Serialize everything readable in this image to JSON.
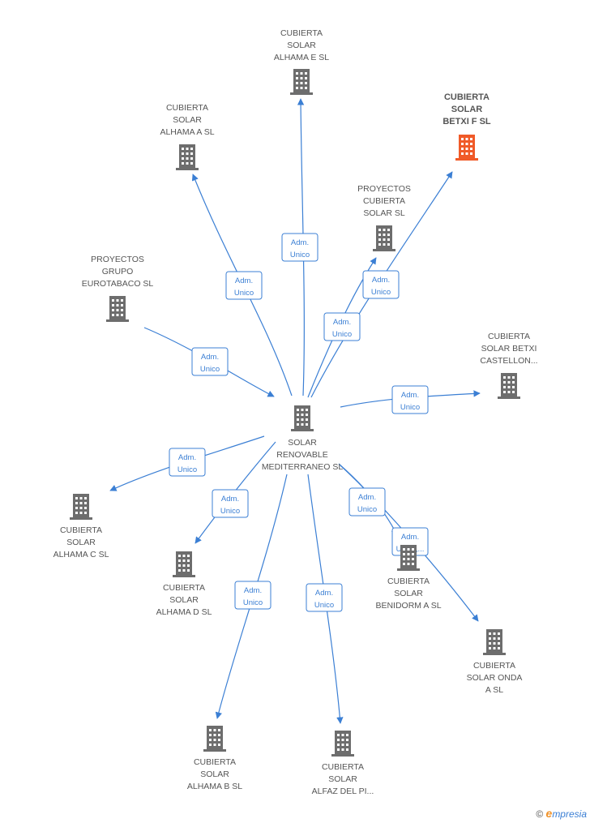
{
  "colors": {
    "edge": "#3b7fd4",
    "node": "#6d6d6d",
    "highlight": "#f05a28"
  },
  "nodes": [
    {
      "id": "center",
      "lines": [
        "SOLAR",
        "RENOVABLE",
        "MEDITERRANEO SL"
      ],
      "icon": "building-icon"
    },
    {
      "id": "alhama-e",
      "lines": [
        "CUBIERTA",
        "SOLAR",
        "ALHAMA E SL"
      ],
      "icon": "building-icon"
    },
    {
      "id": "betxi-f",
      "lines": [
        "CUBIERTA",
        "SOLAR",
        "BETXI F SL"
      ],
      "icon": "building-icon",
      "highlight": true
    },
    {
      "id": "alhama-a",
      "lines": [
        "CUBIERTA",
        "SOLAR",
        "ALHAMA A SL"
      ],
      "icon": "building-icon"
    },
    {
      "id": "proyectos-cubierta",
      "lines": [
        "PROYECTOS",
        "CUBIERTA",
        "SOLAR  SL"
      ],
      "icon": "building-icon"
    },
    {
      "id": "proyectos-grupo",
      "lines": [
        "PROYECTOS",
        "GRUPO",
        "EUROTABACO SL"
      ],
      "icon": "building-icon"
    },
    {
      "id": "betxi-castellon",
      "lines": [
        "CUBIERTA",
        "SOLAR BETXI",
        "CASTELLON..."
      ],
      "icon": "building-icon"
    },
    {
      "id": "alhama-c",
      "lines": [
        "CUBIERTA",
        "SOLAR",
        "ALHAMA C SL"
      ],
      "icon": "building-icon"
    },
    {
      "id": "alhama-d",
      "lines": [
        "CUBIERTA",
        "SOLAR",
        "ALHAMA D SL"
      ],
      "icon": "building-icon"
    },
    {
      "id": "benidorm-a",
      "lines": [
        "CUBIERTA",
        "SOLAR",
        "BENIDORM A  SL"
      ],
      "icon": "building-icon"
    },
    {
      "id": "onda-a",
      "lines": [
        "CUBIERTA",
        "SOLAR ONDA",
        "A SL"
      ],
      "icon": "building-icon"
    },
    {
      "id": "alhama-b",
      "lines": [
        "CUBIERTA",
        "SOLAR",
        "ALHAMA B SL"
      ],
      "icon": "building-icon"
    },
    {
      "id": "alfaz",
      "lines": [
        "CUBIERTA",
        "SOLAR",
        "ALFAZ DEL PI..."
      ],
      "icon": "building-icon"
    }
  ],
  "edges": [
    {
      "id": "e-alhama-e",
      "lines": [
        "Adm.",
        "Unico"
      ]
    },
    {
      "id": "e-alhama-a",
      "lines": [
        "Adm.",
        "Unico"
      ]
    },
    {
      "id": "e-betxi-f",
      "lines": [
        "Adm.",
        "Unico"
      ]
    },
    {
      "id": "e-proyectos-cubierta",
      "lines": [
        "Adm.",
        "Unico"
      ]
    },
    {
      "id": "e-proyectos-grupo",
      "lines": [
        "Adm.",
        "Unico"
      ]
    },
    {
      "id": "e-betxi-castellon",
      "lines": [
        "Adm.",
        "Unico"
      ]
    },
    {
      "id": "e-alhama-c",
      "lines": [
        "Adm.",
        "Unico"
      ]
    },
    {
      "id": "e-alhama-d",
      "lines": [
        "Adm.",
        "Unico"
      ]
    },
    {
      "id": "e-onda-a",
      "lines": [
        "Adm.",
        "Unico"
      ]
    },
    {
      "id": "e-benidorm-a",
      "lines": [
        "Adm.",
        "Unico,..."
      ]
    },
    {
      "id": "e-alhama-b",
      "lines": [
        "Adm.",
        "Unico"
      ]
    },
    {
      "id": "e-alfaz",
      "lines": [
        "Adm.",
        "Unico"
      ]
    }
  ],
  "footer": {
    "copyright": "©",
    "brand_first": "e",
    "brand_rest": "mpresia"
  }
}
